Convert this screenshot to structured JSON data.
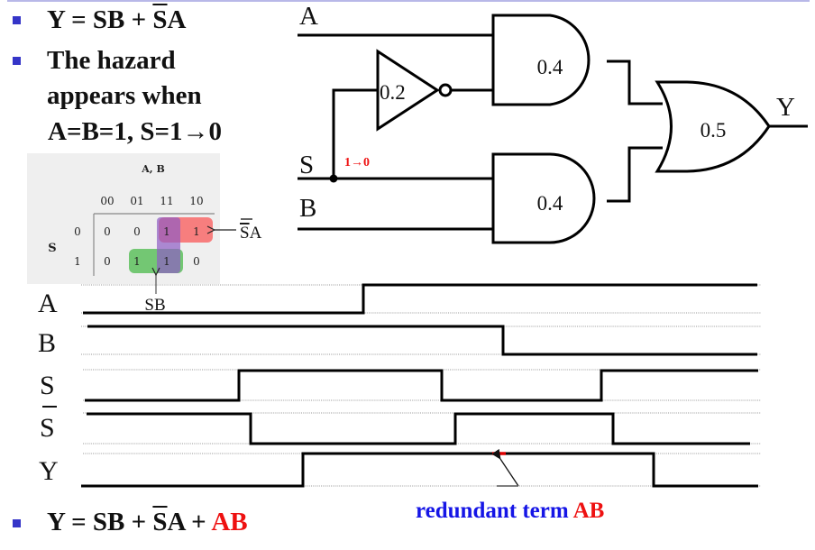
{
  "bullets": [
    {
      "prefix": "Y = SB + ",
      "over": "S",
      "suffix": "A"
    },
    {
      "lines": [
        "The hazard",
        "appears when",
        "A=B=1, S=1→0"
      ]
    },
    {
      "prefix": "Y = SB + ",
      "over": "S",
      "suffix": "A + ",
      "highlight": "AB"
    }
  ],
  "kmap": {
    "title": "A, B",
    "row_var": "S",
    "columns": [
      "00",
      "01",
      "11",
      "10"
    ],
    "rows": [
      {
        "label": "0",
        "cells": [
          "0",
          "0",
          "1",
          "1"
        ]
      },
      {
        "label": "1",
        "cells": [
          "0",
          "1",
          "1",
          "0"
        ]
      }
    ],
    "groups": [
      {
        "term": "S̄A",
        "label_over": "S",
        "label_rest": "A",
        "color": "#f77777"
      },
      {
        "term": "SB",
        "label": "SB",
        "color": "#6cc46c"
      },
      {
        "term": "AB",
        "color": "#9a6fc4"
      }
    ]
  },
  "circuit": {
    "inputs": {
      "a": "A",
      "s": "S",
      "b": "B"
    },
    "output": "Y",
    "s_transition": "1→0",
    "gates": [
      {
        "type": "NOT",
        "delay": "0.2"
      },
      {
        "type": "AND",
        "delay": "0.4",
        "inputs": "A, S̄"
      },
      {
        "type": "AND",
        "delay": "0.4",
        "inputs": "S, B"
      },
      {
        "type": "OR",
        "delay": "0.5"
      }
    ]
  },
  "timing": {
    "signals": [
      {
        "name": "A",
        "overline": false
      },
      {
        "name": "B",
        "overline": false
      },
      {
        "name": "S",
        "overline": false
      },
      {
        "name": "S",
        "overline": true
      },
      {
        "name": "Y",
        "overline": false
      }
    ],
    "annotation": {
      "text": "redundant term ",
      "highlight": "AB"
    }
  },
  "colors": {
    "bullet": "#3535c8",
    "accent_red": "#ee1111",
    "annotation_blue": "#1515e6",
    "glitch": "#dd0000"
  }
}
